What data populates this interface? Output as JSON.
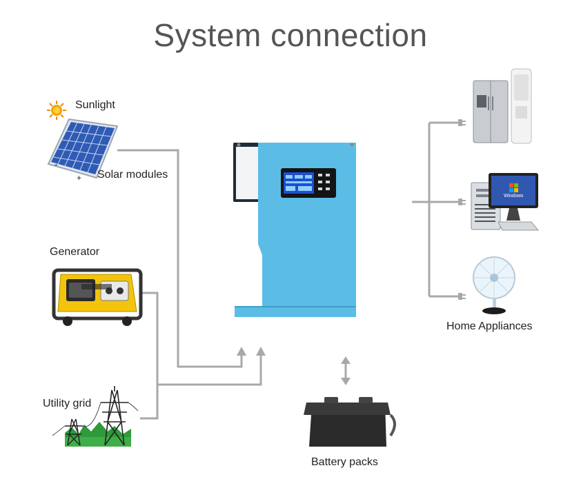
{
  "title": "System connection",
  "labels": {
    "sunlight": "Sunlight",
    "solar_modules": "Solar modules",
    "minus": "-",
    "plus": "+",
    "generator": "Generator",
    "utility_grid": "Utility grid",
    "battery_packs": "Battery packs",
    "home_appliances": "Home Appliances",
    "monitor_logo": "Windows"
  },
  "colors": {
    "connector": "#a8a8a8",
    "inverter_body": "#5bbde6",
    "inverter_dark": "#2c3e50",
    "screen": "#1d4fd0",
    "solar_cell": "#2f5bb5",
    "generator_yellow": "#f2c40c",
    "grid_green": "#2f9a3a",
    "battery": "#2b2b2b"
  }
}
